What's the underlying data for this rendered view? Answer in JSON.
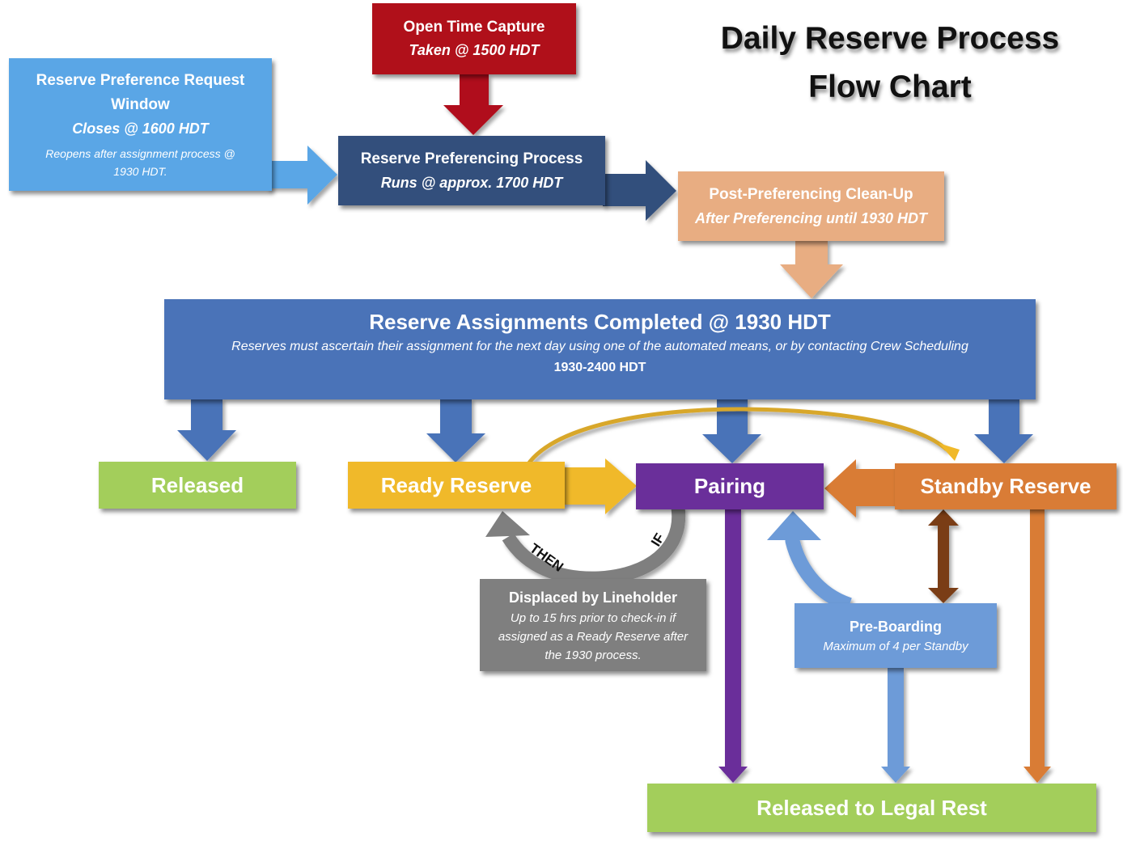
{
  "title": {
    "line1": "Daily Reserve Process",
    "line2": "Flow Chart"
  },
  "colors": {
    "light_blue": "#5aa6e6",
    "navy": "#334f7c",
    "dark_red": "#b0101a",
    "peach": "#e8ad82",
    "steel_blue": "#4a73b8",
    "green": "#a3ce5b",
    "yellow": "#f0b92a",
    "purple": "#6a2f9a",
    "orange": "#d97c36",
    "gray": "#7f7f7f",
    "pre_boarding_blue": "#6d9bd8",
    "brown": "#7a3d14"
  },
  "nodes": {
    "request_window": {
      "title": "Reserve Preference Request Window",
      "subtitle": "Closes @ 1600 HDT",
      "note": "Reopens after assignment process @ 1930 HDT."
    },
    "open_time": {
      "title": "Open Time Capture",
      "subtitle": "Taken @ 1500 HDT"
    },
    "preferencing": {
      "title": "Reserve Preferencing Process",
      "subtitle": "Runs @ approx. 1700 HDT"
    },
    "cleanup": {
      "title": "Post-Preferencing Clean-Up",
      "subtitle": "After Preferencing until 1930 HDT"
    },
    "assignments": {
      "title": "Reserve Assignments Completed @ 1930 HDT",
      "note": "Reserves must ascertain their assignment for the next day using one of the automated means, or by contacting Crew Scheduling",
      "window": "1930-2400 HDT"
    },
    "released": {
      "title": "Released"
    },
    "ready_reserve": {
      "title": "Ready Reserve"
    },
    "pairing": {
      "title": "Pairing"
    },
    "standby_reserve": {
      "title": "Standby Reserve"
    },
    "displaced": {
      "title": "Displaced by Lineholder",
      "note": "Up to 15 hrs prior to check-in if assigned as a Ready Reserve after the 1930 process."
    },
    "pre_boarding": {
      "title": "Pre-Boarding",
      "subtitle": "Maximum of 4 per Standby"
    },
    "legal_rest": {
      "title": "Released to Legal Rest"
    }
  },
  "arrow_labels": {
    "if": "IF",
    "then": "THEN"
  }
}
